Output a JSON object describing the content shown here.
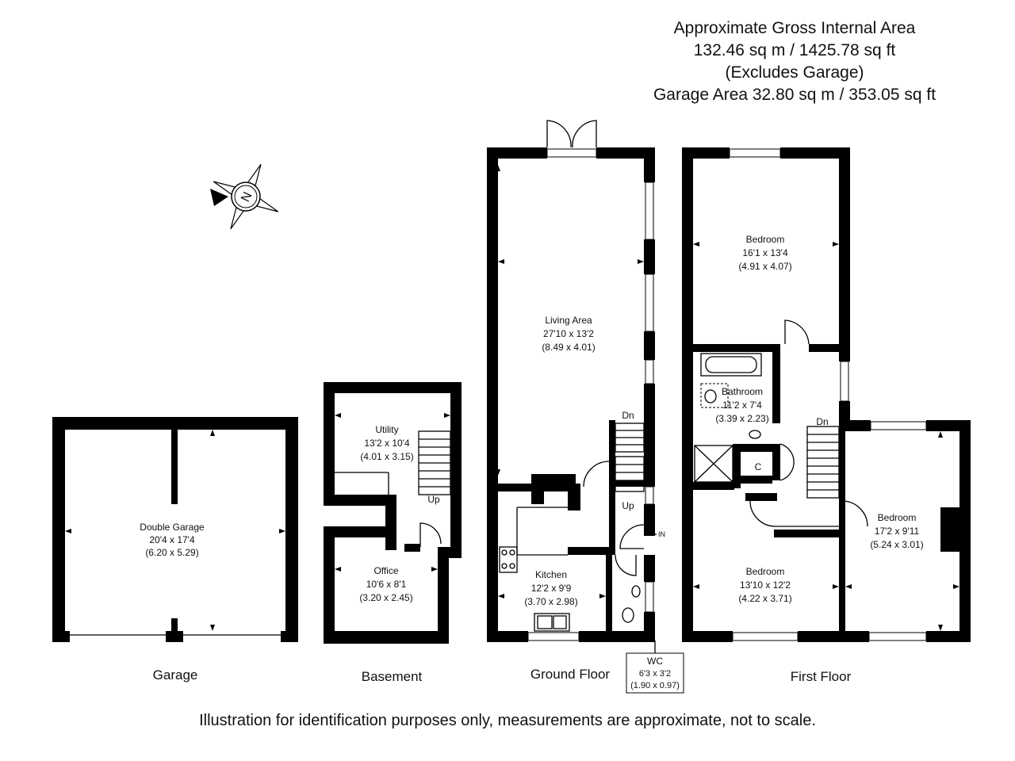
{
  "area": {
    "line1": "Approximate Gross Internal Area",
    "line2": "132.46 sq m / 1425.78 sq ft",
    "line3": "(Excludes Garage)",
    "line4": "Garage Area 32.80 sq m / 353.05 sq ft"
  },
  "compass": {
    "letter": "N",
    "icon": "compass-rose-icon"
  },
  "rooms": {
    "garage": {
      "name": "Double Garage",
      "imperial": "20'4 x 17'4",
      "metric": "(6.20 x 5.29)"
    },
    "utility": {
      "name": "Utility",
      "imperial": "13'2 x 10'4",
      "metric": "(4.01 x 3.15)"
    },
    "office": {
      "name": "Office",
      "imperial": "10'6 x 8'1",
      "metric": "(3.20 x 2.45)"
    },
    "living": {
      "name": "Living Area",
      "imperial": "27'10 x 13'2",
      "metric": "(8.49 x 4.01)"
    },
    "kitchen": {
      "name": "Kitchen",
      "imperial": "12'2 x 9'9",
      "metric": "(3.70 x 2.98)"
    },
    "wc": {
      "name": "WC",
      "imperial": "6'3 x 3'2",
      "metric": "(1.90 x 0.97)"
    },
    "bed1": {
      "name": "Bedroom",
      "imperial": "16'1 x 13'4",
      "metric": "(4.91 x 4.07)"
    },
    "bathroom": {
      "name": "Bathroom",
      "imperial": "11'2 x 7'4",
      "metric": "(3.39 x 2.23)"
    },
    "bed2": {
      "name": "Bedroom",
      "imperial": "13'10 x 12'2",
      "metric": "(4.22 x 3.71)"
    },
    "bed3": {
      "name": "Bedroom",
      "imperial": "17'2 x 9'11",
      "metric": "(5.24 x 3.01)"
    }
  },
  "marks": {
    "up_basement": "Up",
    "dn_ground": "Dn",
    "up_ground": "Up",
    "entrance": "IN",
    "dn_first": "Dn",
    "cupboard": "C"
  },
  "floors": {
    "garage": "Garage",
    "basement": "Basement",
    "ground": "Ground Floor",
    "first": "First Floor"
  },
  "footer": "Illustration for identification purposes only, measurements are approximate, not to scale."
}
